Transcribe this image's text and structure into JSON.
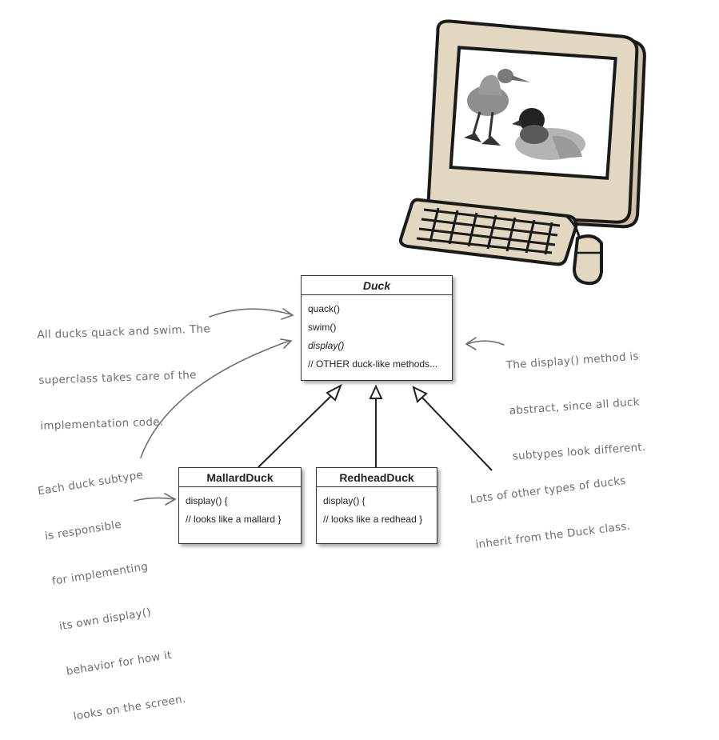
{
  "classes": {
    "duck": {
      "name": "Duck",
      "methods": [
        "quack()",
        "swim()",
        "display()",
        "// OTHER duck-like methods..."
      ]
    },
    "mallard": {
      "name": "MallardDuck",
      "methods": [
        "display() {",
        "// looks like a mallard }"
      ]
    },
    "redhead": {
      "name": "RedheadDuck",
      "methods": [
        "display() {",
        "// looks like a redhead }"
      ]
    }
  },
  "annotations": {
    "superclass": [
      "All ducks quack and swim. The",
      "superclass takes care of the",
      "implementation code."
    ],
    "display": [
      "The display() method is",
      "abstract, since all duck",
      "subtypes look different."
    ],
    "subtype": [
      "Each duck subtype",
      "is responsible",
      "for implementing",
      "its own display()",
      "behavior for how it",
      "looks on the screen."
    ],
    "other": [
      "Lots of other types of ducks",
      "inherit from the Duck class."
    ]
  },
  "illustration": {
    "monitor_color": "#d9cfb8",
    "keyboard_color": "#d9cfb8",
    "outline_color": "#1a1a1a"
  }
}
